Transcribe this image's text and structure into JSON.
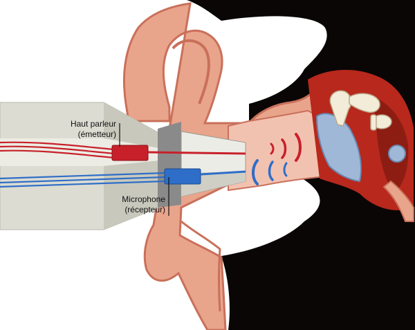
{
  "diagram": {
    "labels": {
      "speaker": {
        "line1": "Haut parleur",
        "line2": "(émetteur)"
      },
      "microphone": {
        "line1": "Microphone",
        "line2": "(récepteur)"
      }
    },
    "colors": {
      "background": "#ffffff",
      "head_dark": "#0a0606",
      "skin": "#e9a48c",
      "skin_shadow": "#c9705a",
      "canal": "#f2c2b0",
      "probe": "#dcdcd2",
      "probe_shadow": "#b9b9ae",
      "tip": "#8a8a8a",
      "speaker_red": "#c8202a",
      "mic_blue": "#2e6ec8",
      "eardrum": "#9fb8d8",
      "middle_ear": "#b8281c",
      "ossicles": "#f2ecd8"
    },
    "icons": [
      "speaker-device",
      "microphone-device",
      "emitted-sound-wave",
      "returned-sound-wave",
      "ossicles-icon"
    ]
  }
}
